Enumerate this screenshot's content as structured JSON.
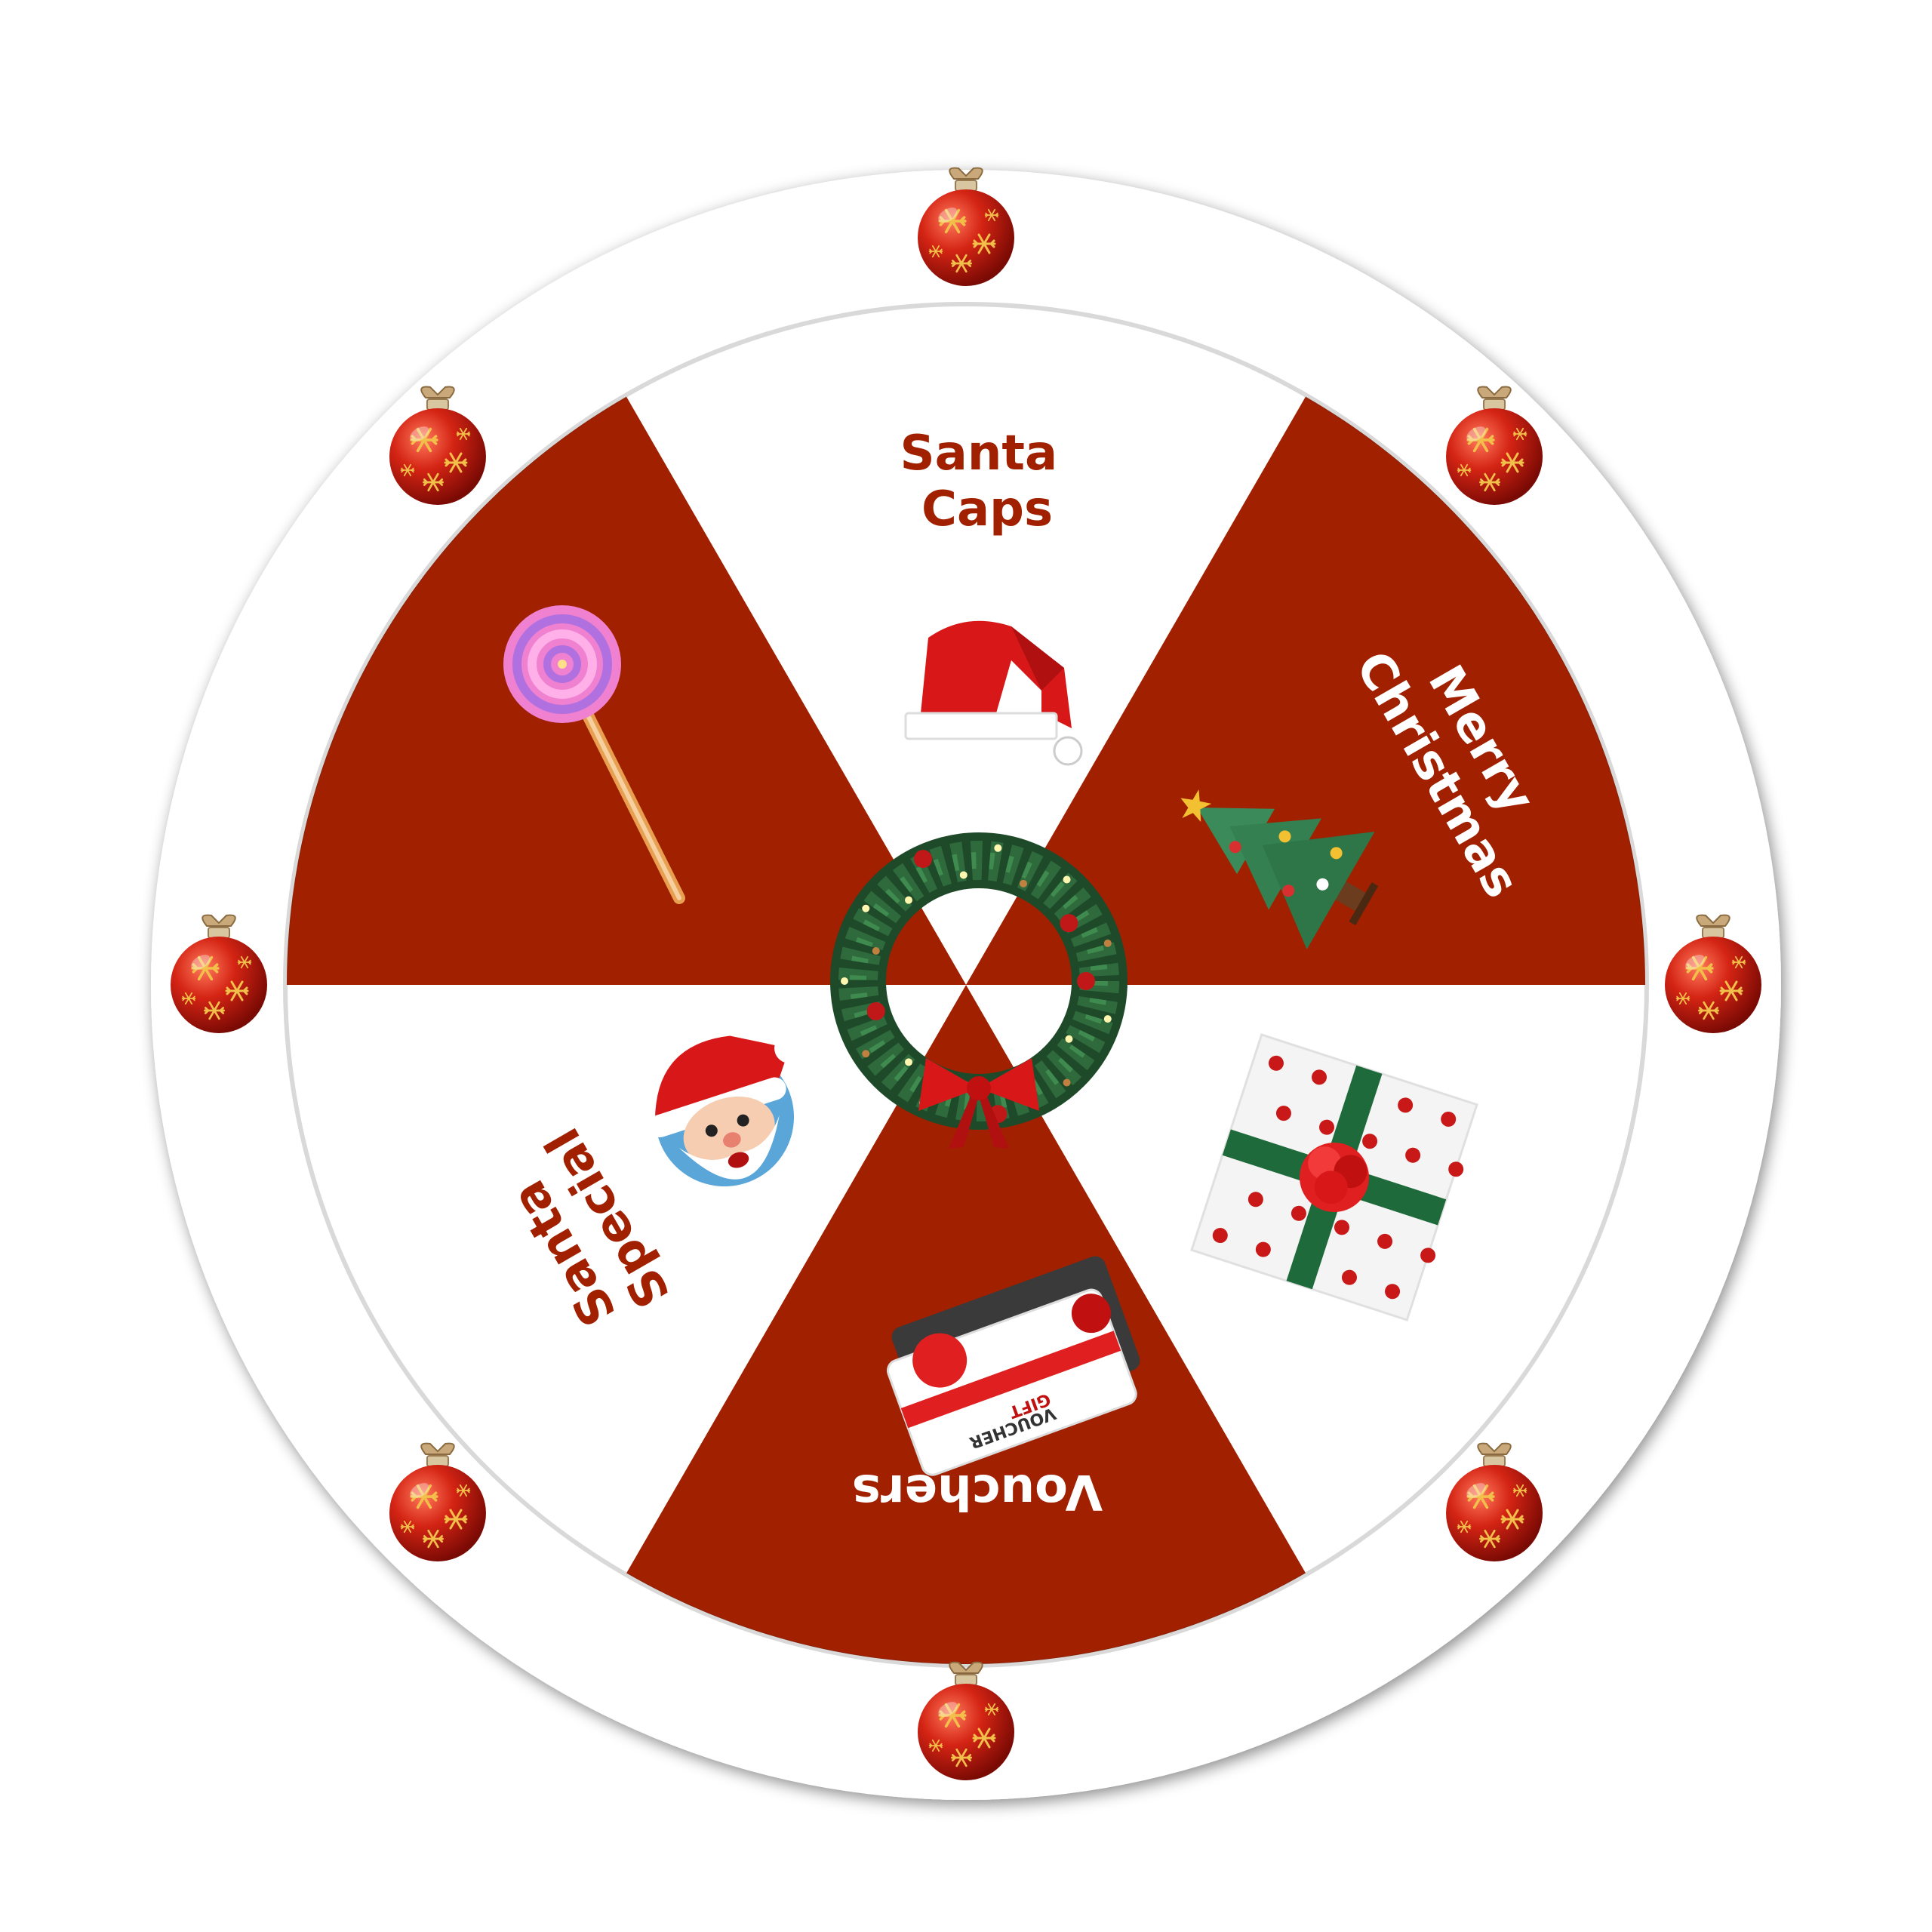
{
  "wheel": {
    "colors": {
      "red": "#a02000",
      "white": "#ffffff",
      "ornament": "#c62818",
      "gold": "#e0a030"
    },
    "segments": [
      {
        "id": "top",
        "fill": "red-or-white",
        "color": "white",
        "icon": "santa-hat-icon",
        "label_lines": [
          "Santa",
          "Caps"
        ]
      },
      {
        "id": "top-right",
        "color": "red",
        "icon": "christmas-tree-icon",
        "label_lines": [
          "Merry",
          "Christmas"
        ]
      },
      {
        "id": "bottom-right",
        "color": "white",
        "icon": "gift-box-icon",
        "label_lines": []
      },
      {
        "id": "bottom",
        "color": "red",
        "icon": "gift-voucher-icon",
        "label_lines": [
          "Vouchers"
        ]
      },
      {
        "id": "bottom-left",
        "color": "white",
        "icon": "santa-face-icon",
        "label_lines": [
          "Santa",
          "Special"
        ]
      },
      {
        "id": "top-left",
        "color": "red",
        "icon": "lollipop-icon",
        "label_lines": []
      }
    ],
    "voucher_card_text": [
      "GIFT",
      "VOUCHER"
    ],
    "center": "wreath-icon",
    "ornament_count": 8
  }
}
